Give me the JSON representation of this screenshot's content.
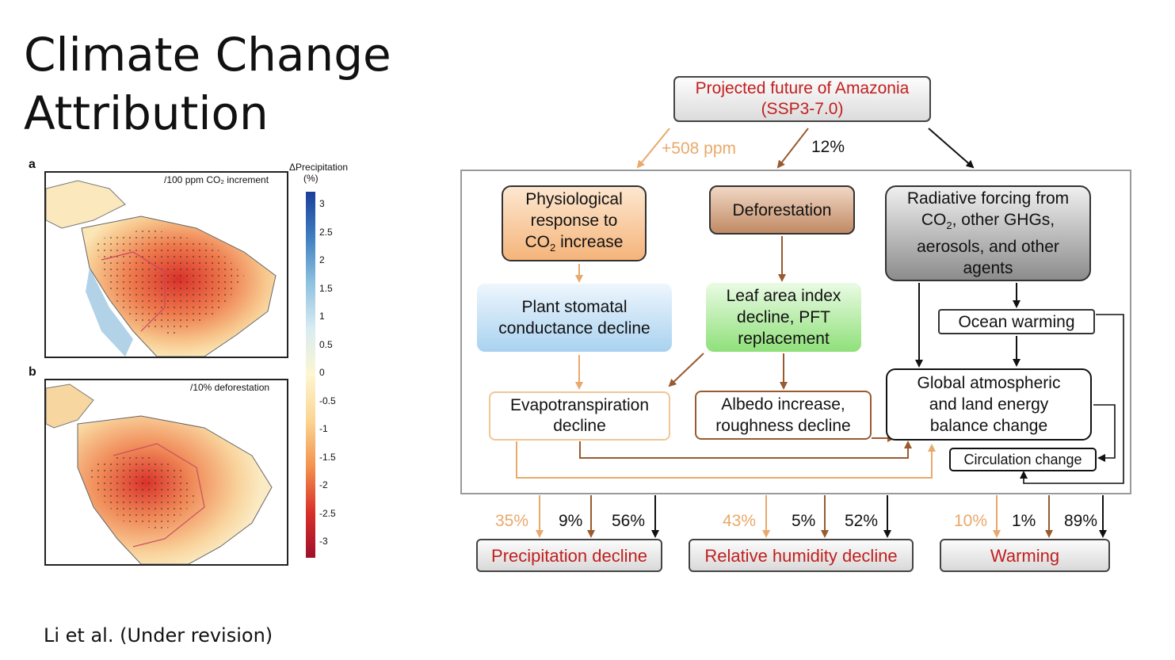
{
  "slide": {
    "title_line1": "Climate Change",
    "title_line2": "Attribution",
    "citation": "Li et al. (Under revision)"
  },
  "figure_left": {
    "panel_a": {
      "letter": "a",
      "caption": "/100 ppm CO₂ increment"
    },
    "panel_b": {
      "letter": "b",
      "caption": "/10% deforestation"
    },
    "colorbar": {
      "title_line1": "ΔPrecipitation",
      "title_line2": "(%)",
      "ticks": [
        "3",
        "2.5",
        "2",
        "1.5",
        "1",
        "0.5",
        "0",
        "-0.5",
        "-1",
        "-1.5",
        "-2",
        "-2.5",
        "-3"
      ]
    }
  },
  "diagram": {
    "top": {
      "line1": "Projected future of Amazonia",
      "line2": "(SSP3-7.0)"
    },
    "arrow_labels": {
      "co2": "+508 ppm",
      "deforestation": "12%"
    },
    "physio": {
      "line1": "Physiological",
      "line2": "response to",
      "line3_pre": "CO",
      "line3_sub": "2",
      "line3_post": " increase"
    },
    "deforestation": "Deforestation",
    "radiative": {
      "line1": "Radiative forcing from",
      "line2_pre": "CO",
      "line2_sub": "2",
      "line2_post": ", other GHGs,",
      "line3": "aerosols, and other",
      "line4": "agents"
    },
    "stomatal": {
      "line1": "Plant stomatal",
      "line2": "conductance decline"
    },
    "lai": {
      "line1": "Leaf area index",
      "line2": "decline, PFT",
      "line3": "replacement"
    },
    "ocean": "Ocean warming",
    "evapo": {
      "line1": "Evapotranspiration",
      "line2": "decline"
    },
    "albedo": {
      "line1": "Albedo increase,",
      "line2": "roughness decline"
    },
    "global": {
      "line1": "Global atmospheric",
      "line2": "and land energy",
      "line3": "balance change"
    },
    "circulation": "Circulation change",
    "outcomes": [
      {
        "label": "Precipitation decline",
        "pcts": [
          "35%",
          "9%",
          "56%"
        ]
      },
      {
        "label": "Relative humidity decline",
        "pcts": [
          "43%",
          "5%",
          "52%"
        ]
      },
      {
        "label": "Warming",
        "pcts": [
          "10%",
          "1%",
          "89%"
        ]
      }
    ]
  },
  "colors": {
    "physio_orange": "#e8a96b",
    "deforest_brown": "#9a5a2e",
    "outcome_red": "#c0201f",
    "black": "#111111"
  }
}
